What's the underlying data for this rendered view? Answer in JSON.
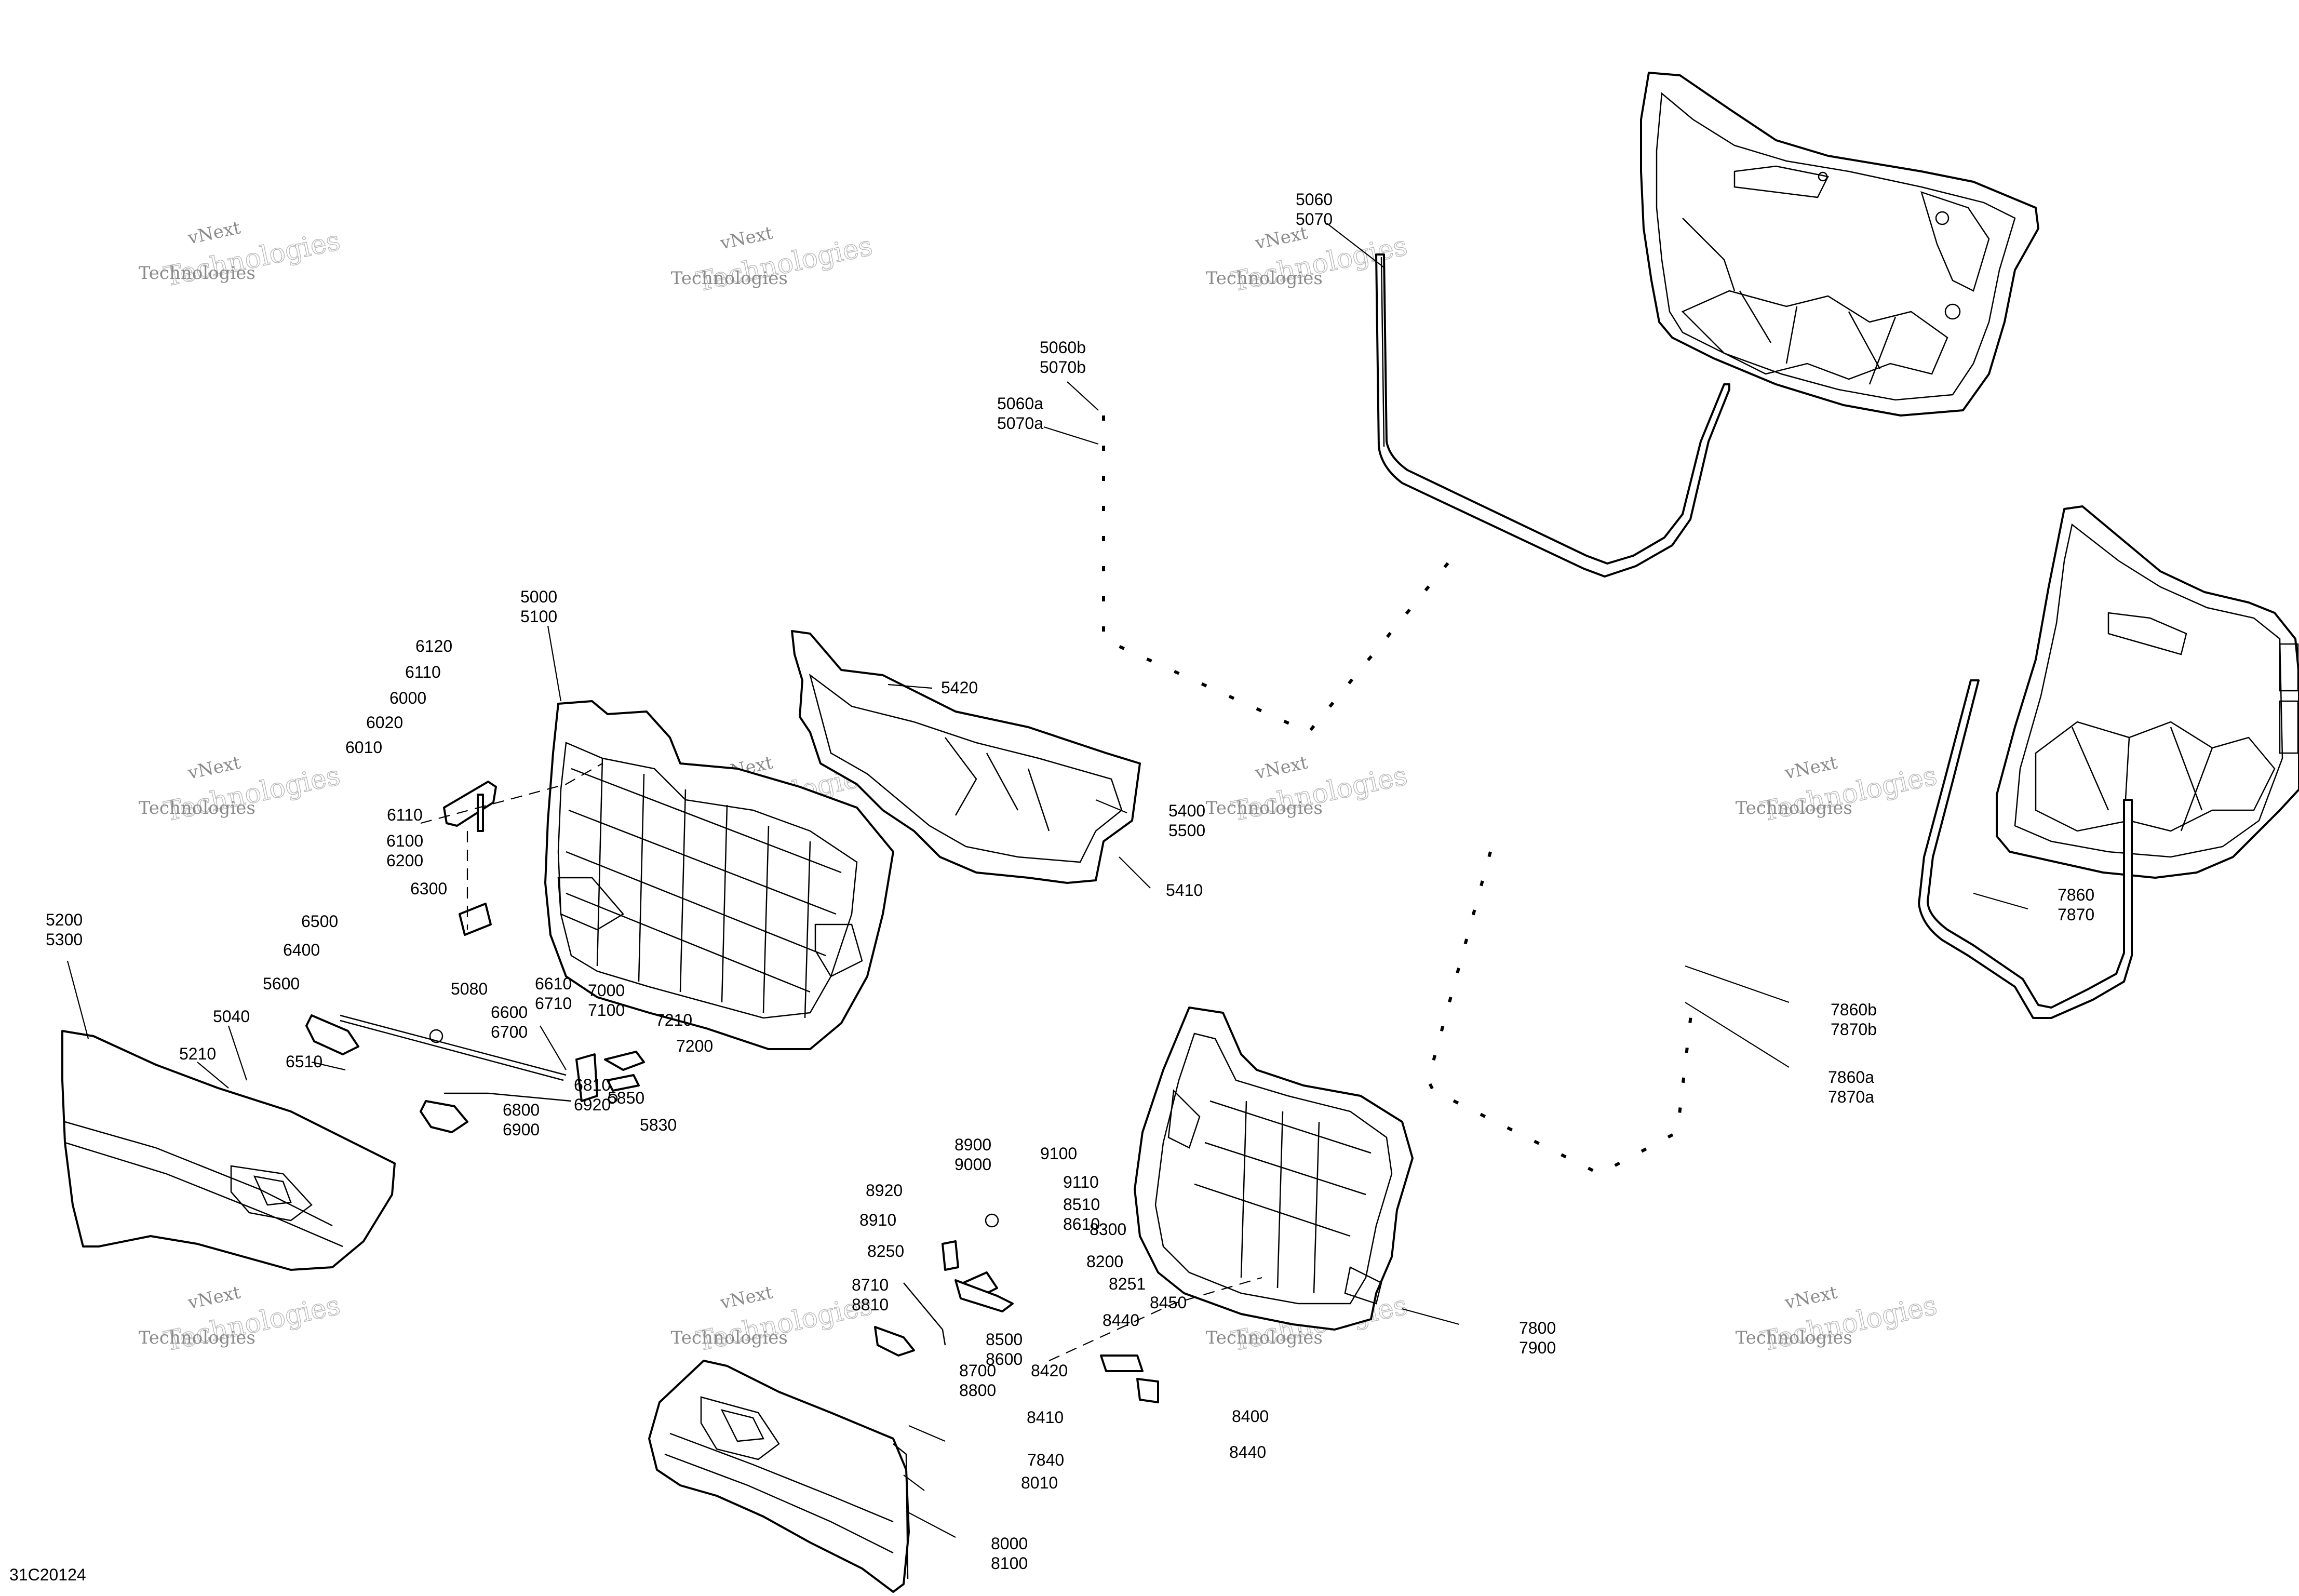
{
  "diagram_code": "31C20124",
  "watermark": {
    "line1": "vNext",
    "line2": "Technologies"
  },
  "callouts": [
    "5000\n5100",
    "5060\n5070",
    "5060b\n5070b",
    "5060a\n5070a",
    "5420",
    "5400\n5500",
    "5410",
    "6120",
    "6110",
    "6000",
    "6020",
    "6010",
    "6110",
    "6100\n6200",
    "6300",
    "5200\n5300",
    "6500",
    "6400",
    "5600",
    "5040",
    "5210",
    "6510",
    "5080",
    "6610\n6710",
    "6600\n6700",
    "7000\n7100",
    "7210",
    "7200",
    "6810\n6920",
    "6800\n6900",
    "5850",
    "5830",
    "7860\n7870",
    "7860b\n7870b",
    "7860a\n7870a",
    "7800\n7900",
    "8900\n9000",
    "9100",
    "9110",
    "8920",
    "8910",
    "8250",
    "8510\n8610",
    "8300",
    "8200",
    "8710\n8810",
    "8251",
    "8500\n8600",
    "8700\n8800",
    "8450",
    "8440",
    "8420",
    "8410",
    "8400",
    "8440",
    "7840",
    "8010",
    "8000\n8100"
  ]
}
